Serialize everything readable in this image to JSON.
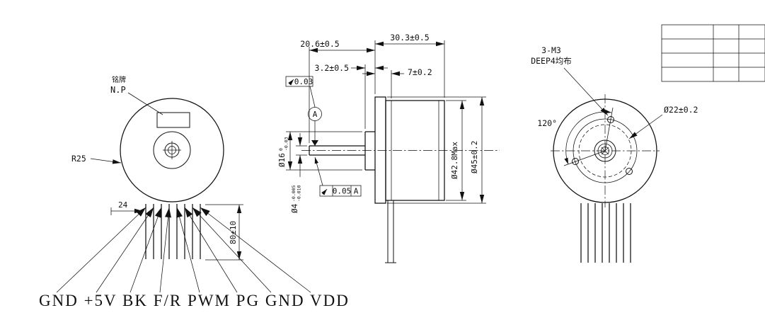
{
  "front_view": {
    "nameplate_cn": "铭牌",
    "nameplate_label": "N.P",
    "radius_label": "R25",
    "dim_wire_exit": "24",
    "dim_wire_length": "80±10",
    "pinout_labels": "GND +5V BK F/R PWM PG GND VDD"
  },
  "side_view": {
    "dim_shaft_ext": "20.6±0.5",
    "dim_body_len": "30.3±0.5",
    "dim_boss_len": "3.2±0.5",
    "dim_pilot_len": "7±0.2",
    "runout_tol": "0.03",
    "datum_label": "A",
    "position_tol": "0.05",
    "position_datum": "A",
    "dia_boss": "Ø16",
    "dia_boss_tol_hi": "0",
    "dia_boss_tol_lo": "-0.03",
    "dia_shaft": "Ø4",
    "dia_shaft_tol_hi": "-0.005",
    "dia_shaft_tol_lo": "-0.010",
    "dia_body": "Ø42.8Max",
    "dia_flange": "Ø45±0.2"
  },
  "rear_view": {
    "holes_label": "3-M3",
    "holes_note": "DEEP4均布",
    "angle_label": "120°",
    "dia_pilot": "Ø22±0.2"
  }
}
